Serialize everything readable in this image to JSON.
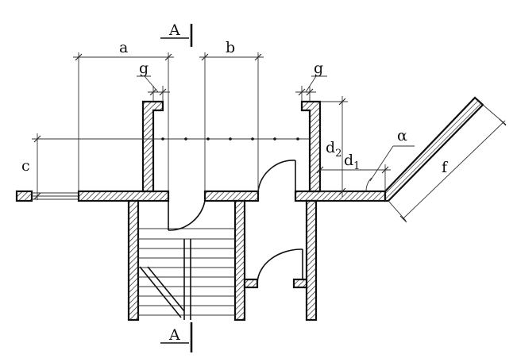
{
  "labels": {
    "section_top": "A",
    "section_bottom": "A",
    "dim_a": "a",
    "dim_b": "b",
    "dim_c": "c",
    "dim_d1": "d",
    "dim_d1_sub": "1",
    "dim_d2": "d",
    "dim_d2_sub": "2",
    "dim_f": "f",
    "dim_g_left": "g",
    "dim_g_right": "g",
    "angle_alpha": "α"
  },
  "colors": {
    "line": "#111111",
    "background": "#ffffff"
  }
}
